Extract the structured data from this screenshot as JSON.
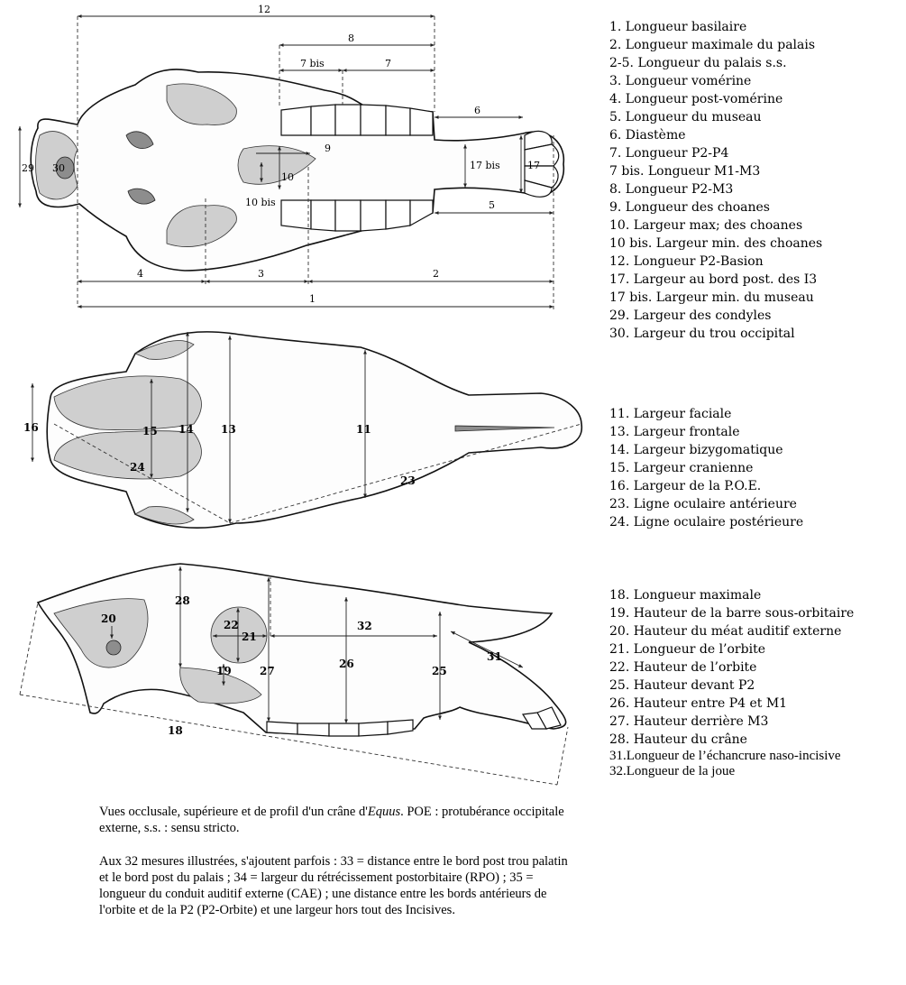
{
  "figure": {
    "occlusal_labels": [
      "12",
      "8",
      "7 bis",
      "7",
      "6",
      "9",
      "10",
      "10 bis",
      "17 bis",
      "17",
      "29",
      "30",
      "5",
      "4",
      "3",
      "2",
      "1"
    ],
    "superior_labels": [
      "16",
      "15",
      "14",
      "13",
      "11",
      "24",
      "23"
    ],
    "profile_labels": [
      "28",
      "20",
      "22",
      "21",
      "19",
      "27",
      "26",
      "32",
      "25",
      "31",
      "18"
    ]
  },
  "legend": {
    "occlusal": [
      "1. Longueur basilaire",
      "2. Longueur maximale du palais",
      "2-5. Longueur du palais s.s.",
      "3. Longueur vomérine",
      "4. Longueur post-vomérine",
      "5. Longueur du museau",
      "6. Diastème",
      "7. Longueur P2-P4",
      "7 bis. Longueur M1-M3",
      "8. Longueur P2-M3",
      "9. Longueur des choanes",
      "10. Largeur max; des choanes",
      "10 bis. Largeur min. des choanes",
      "12. Longueur P2-Basion",
      "17. Largeur au bord post. des I3",
      "17 bis. Largeur min. du museau",
      "29. Largeur des condyles",
      "30. Largeur du trou occipital"
    ],
    "superior": [
      "11. Largeur faciale",
      "13. Largeur frontale",
      "14. Largeur bizygomatique",
      "15. Largeur cranienne",
      "16. Largeur de la P.O.E.",
      "23. Ligne oculaire antérieure",
      "24. Ligne oculaire postérieure"
    ],
    "profile": [
      "18. Longueur maximale",
      "19. Hauteur de la barre sous-orbitaire",
      "20. Hauteur du méat auditif externe",
      "21. Longueur de l’orbite",
      "22. Hauteur de l’orbite",
      "25. Hauteur devant P2",
      "26. Hauteur entre P4 et M1",
      "27. Hauteur derrière M3",
      "28. Hauteur du crâne"
    ],
    "profile_extra": [
      "31.Longueur de l’échancrure naso-incisive",
      "32.Longueur de la joue"
    ]
  },
  "caption": {
    "line1_part1": "Vues occlusale, supérieure et de profil d'un crâne d'",
    "line1_genus": "Equus",
    "line1_part2": ". POE : protubérance occipitale externe, s.s. : sensu stricto.",
    "paragraph2": "Aux 32 mesures illustrées, s'ajoutent parfois : 33 = distance entre le bord post trou palatin et le bord post du palais ; 34 = largeur du rétrécissement postorbitaire (RPO) ; 35 = longueur du conduit auditif externe (CAE) ; une distance entre les bords antérieurs de l'orbite et de la P2 (P2-Orbite) et une largeur hors tout des Incisives."
  }
}
